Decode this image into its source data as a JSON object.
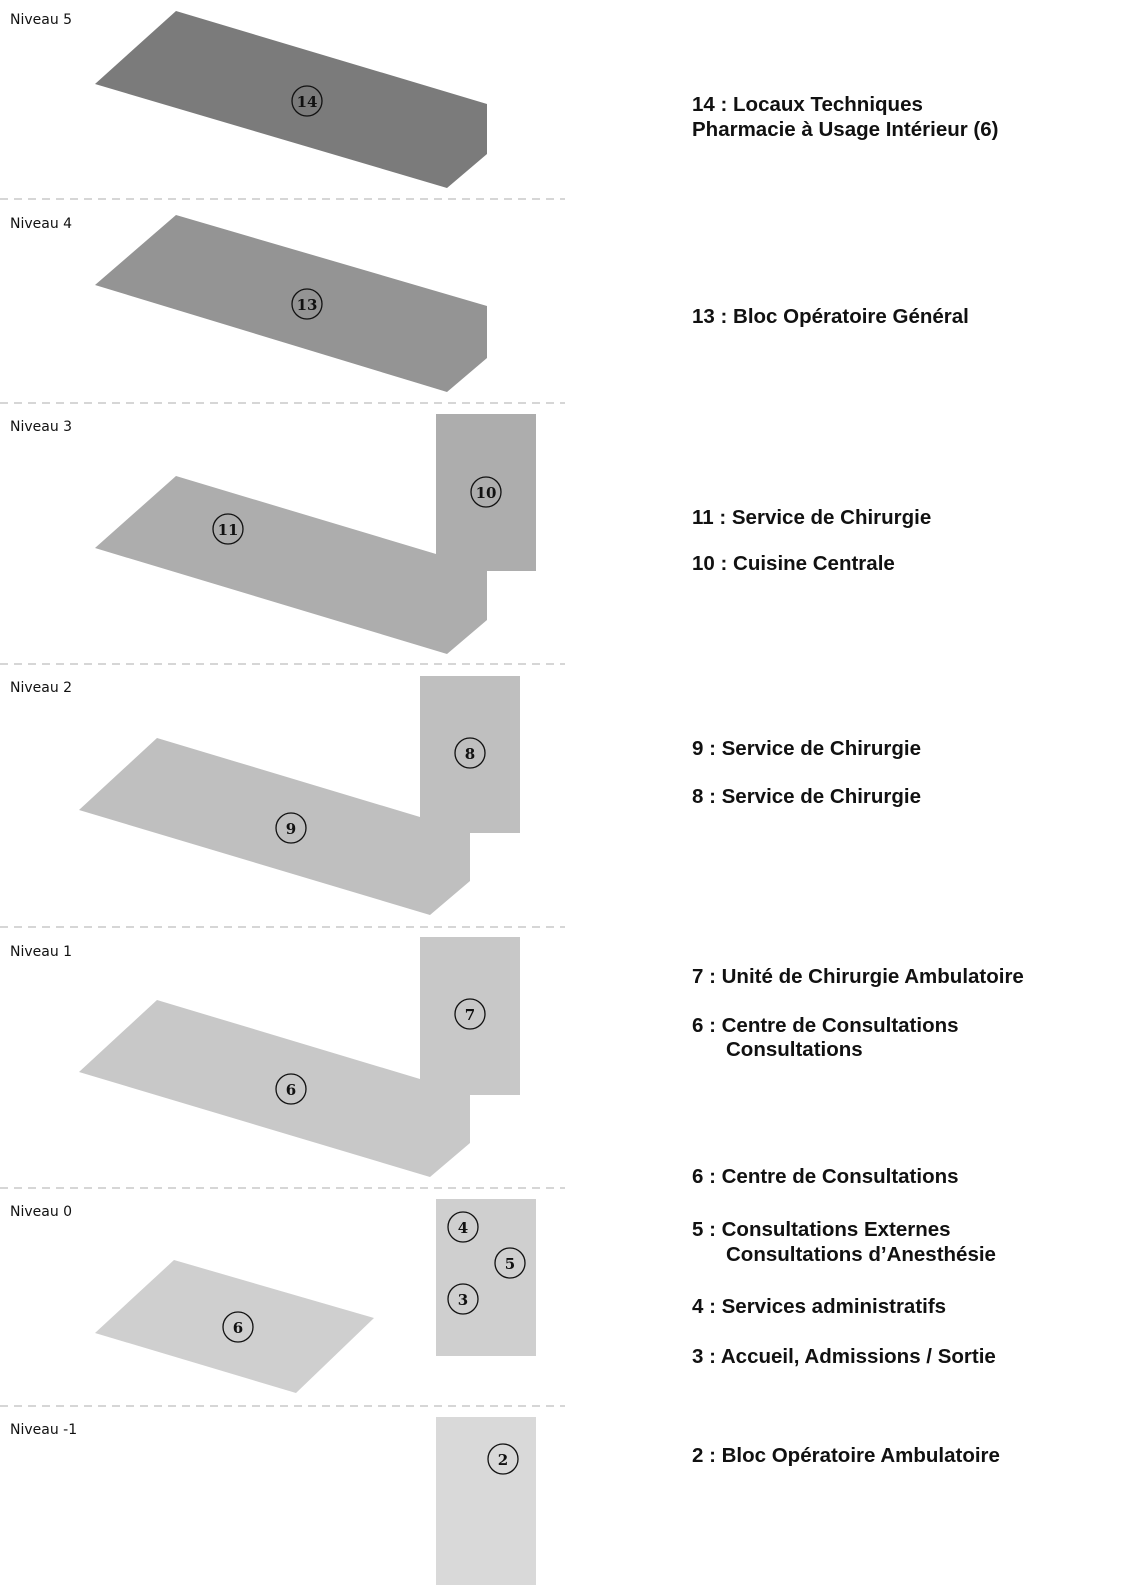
{
  "levels": [
    {
      "label": "Niveau 5",
      "color": "#7b7b7b",
      "badges": [
        "14"
      ]
    },
    {
      "label": "Niveau 4",
      "color": "#949494",
      "badges": [
        "13"
      ]
    },
    {
      "label": "Niveau 3",
      "color": "#adadad",
      "badges": [
        "11",
        "10"
      ]
    },
    {
      "label": "Niveau 2",
      "color": "#bfbfbf",
      "badges": [
        "8",
        "9"
      ]
    },
    {
      "label": "Niveau 1",
      "color": "#c8c8c8",
      "badges": [
        "7",
        "6"
      ]
    },
    {
      "label": "Niveau 0",
      "color": "#cfcfcf",
      "badges": [
        "4",
        "5",
        "3",
        "6"
      ]
    },
    {
      "label": "Niveau -1",
      "color": "#d9d9d9",
      "badges": [
        "2"
      ]
    }
  ],
  "legend": [
    "14 : Locaux Techniques",
    "Pharmacie à Usage Intérieur (6)",
    "13 : Bloc Opératoire Général",
    "11 : Service de Chirurgie",
    "10 : Cuisine Centrale",
    "9 : Service de Chirurgie",
    "8 : Service de Chirurgie",
    "7 : Unité de Chirurgie Ambulatoire",
    "6 : Centre de Consultations",
    "Consultations",
    "6 : Centre de Consultations",
    "5 : Consultations Externes",
    "Consultations d’Anesthésie",
    "4 : Services administratifs",
    "3 : Accueil, Admissions / Sortie",
    "2 : Bloc Opératoire Ambulatoire"
  ]
}
